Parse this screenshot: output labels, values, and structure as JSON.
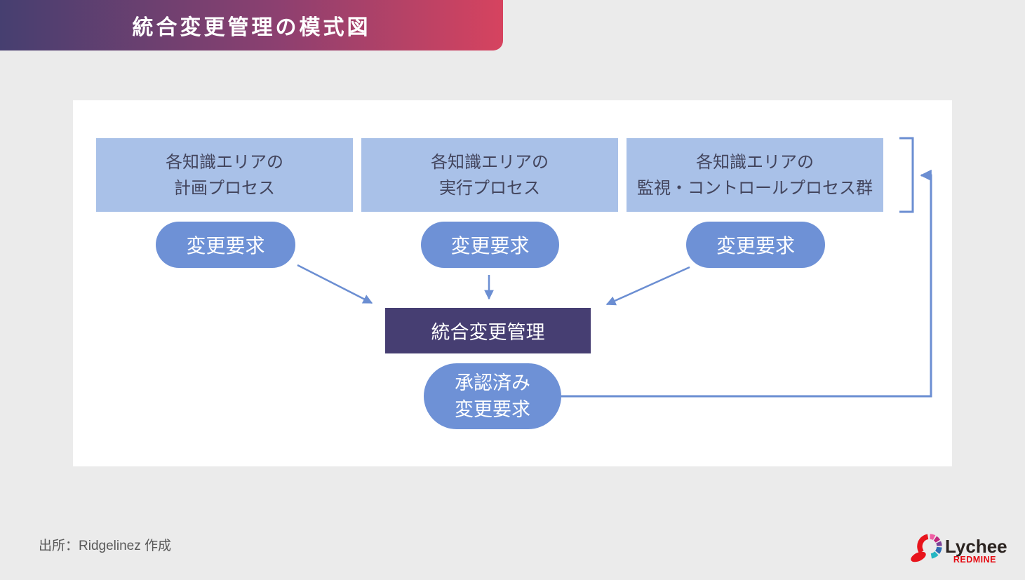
{
  "header": {
    "title": "統合変更管理の模式図"
  },
  "diagram": {
    "process_boxes": [
      {
        "line1": "各知識エリアの",
        "line2": "計画プロセス"
      },
      {
        "line1": "各知識エリアの",
        "line2": "実行プロセス"
      },
      {
        "line1": "各知識エリアの",
        "line2": "監視・コントロールプロセス群"
      }
    ],
    "change_requests": [
      {
        "label": "変更要求"
      },
      {
        "label": "変更要求"
      },
      {
        "label": "変更要求"
      }
    ],
    "central": {
      "label": "統合変更管理"
    },
    "approved": {
      "line1": "承認済み",
      "line2": "変更要求"
    },
    "colors": {
      "process_box_fill": "#a9c1e8",
      "pill_fill": "#6e91d6",
      "central_fill": "#463e72",
      "connector": "#6b8ed2",
      "process_box_text": "#42445c",
      "header_gradient_start": "#463f70",
      "header_gradient_end": "#d6435f"
    }
  },
  "footer": {
    "source": "出所：Ridgelinez 作成",
    "logo": {
      "brand": "Lychee",
      "product": "REDMINE"
    }
  }
}
